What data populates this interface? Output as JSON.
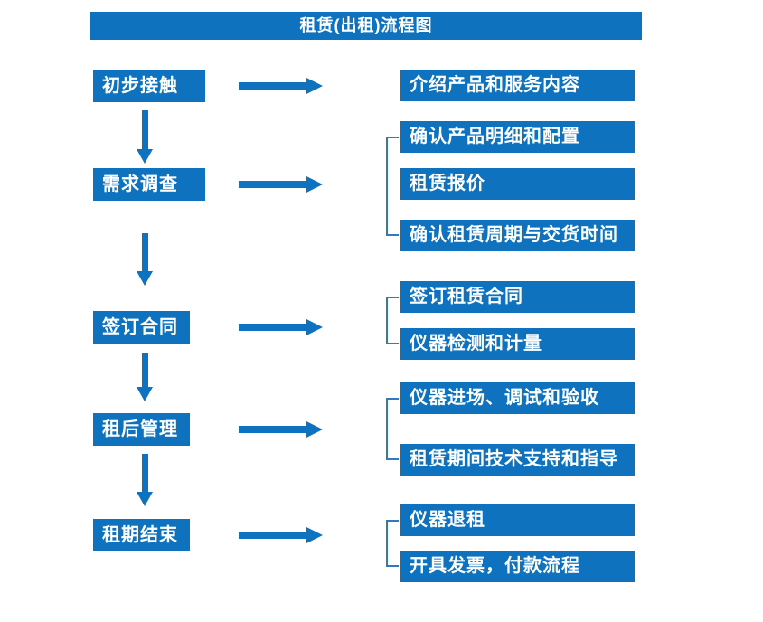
{
  "title": "租赁(出租)流程图",
  "colors": {
    "primary": "#0F72BE",
    "bracket": "#2E78C4",
    "text_on_primary": "#FFFFFF",
    "background": "#FFFFFF"
  },
  "left_steps": [
    "初步接触",
    "需求调查",
    "签订合同",
    "租后管理",
    "租期结束"
  ],
  "right_groups": [
    {
      "items": [
        "介绍产品和服务内容"
      ]
    },
    {
      "items": [
        "确认产品明细和配置",
        "租赁报价",
        "确认租赁周期与交货时间"
      ]
    },
    {
      "items": [
        "签订租赁合同",
        "仪器检测和计量"
      ]
    },
    {
      "items": [
        "仪器进场、调试和验收",
        "租赁期间技术支持和指导"
      ]
    },
    {
      "items": [
        "仪器退租",
        "开具发票，付款流程"
      ]
    }
  ]
}
